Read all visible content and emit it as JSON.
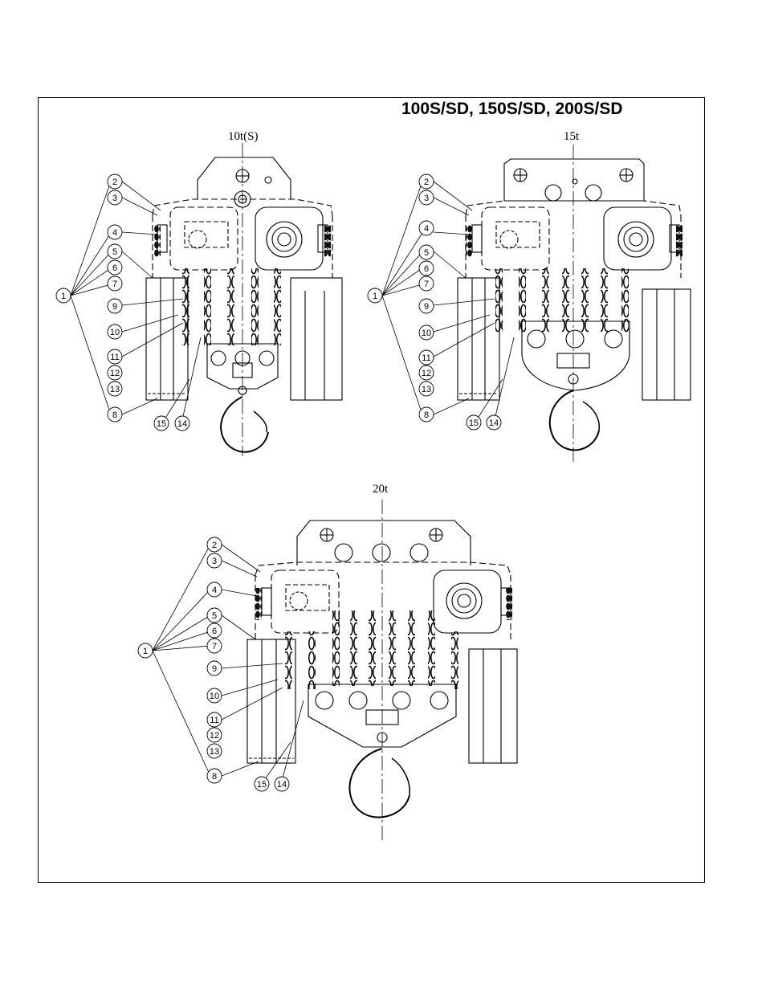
{
  "title": "100S/SD, 150S/SD, 200S/SD",
  "diagrams": [
    {
      "caption": "10t(S)"
    },
    {
      "caption": "15t"
    },
    {
      "caption": "20t"
    }
  ],
  "part_labels": [
    "1",
    "2",
    "3",
    "4",
    "5",
    "6",
    "7",
    "8",
    "9",
    "10",
    "11",
    "12",
    "13",
    "14",
    "15"
  ]
}
